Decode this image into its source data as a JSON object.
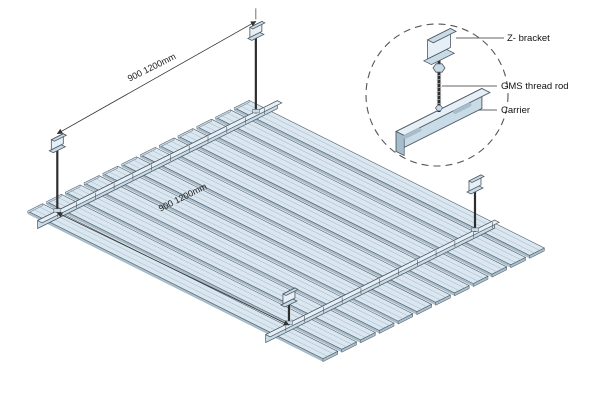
{
  "diagram": {
    "callouts": {
      "z_bracket": "Z- bracket",
      "gms_thread_rod": "GMS thread rod",
      "carrier": "Carrier"
    },
    "dimensions": {
      "rod_spacing": "900 1200mm",
      "carrier_spacing": "900 1200mm"
    },
    "colors": {
      "background": "#ffffff",
      "panel_fill": "#dbe7f0",
      "panel_edge": "#4a5661",
      "panel_groove": "#9fb4c3",
      "metal_light": "#e6eff5",
      "metal_mid": "#c9dbe7",
      "metal_dark": "#a7bdcb",
      "line": "#333333"
    }
  }
}
